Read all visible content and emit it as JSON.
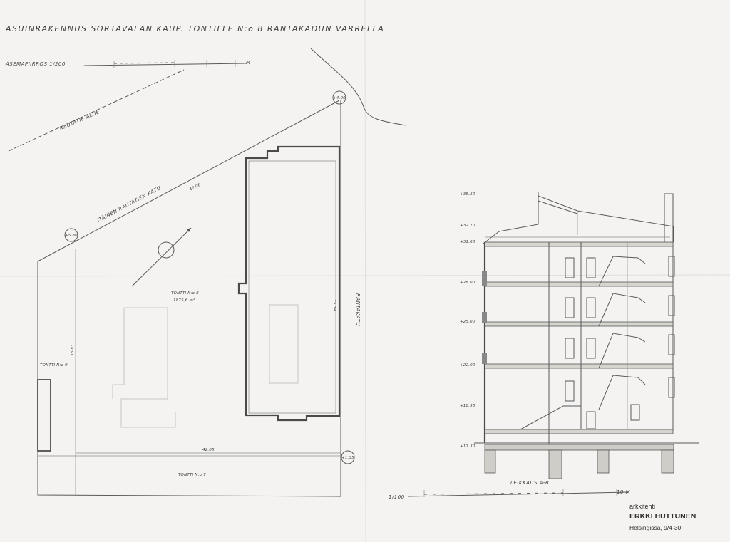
{
  "title": "ASUINRAKENNUS SORTAVALAN KAUP. TONTILLE N:o 8 RANTAKADUN VARRELLA",
  "site_plan": {
    "scale_label": "ASEMAPIIRROS 1/200",
    "scale_end": "M",
    "railway_area": "RAUTATIE ALUE",
    "street_railway": "ITÄINEN RAUTATIEN KATU",
    "street_shore": "RANTAKATU",
    "plot_label": "TONTTI N:o 8",
    "plot_area": "1875,6 m²",
    "plot_left": "TONTTI N:o 9",
    "plot_bottom": "TONTTI N:o 7",
    "dim_bottom": "42.05",
    "dim_diagonal": "47.06",
    "dim_left": "33.83",
    "dim_right": "35.34",
    "level_top": "+4.00",
    "level_left": "+5.80",
    "level_bottom": "+1.35"
  },
  "section": {
    "label": "LEIKKAUS A-B",
    "scale_label": "1/100",
    "scale_end": "10 M",
    "levels": [
      "+35.30",
      "+32.70",
      "+31.00",
      "+28.00",
      "+25.00",
      "+22.00",
      "+18.95",
      "+17.30"
    ]
  },
  "stamp": {
    "role": "arkkitehti",
    "name": "ERKKI HUTTUNEN",
    "place_date": "Helsingissä, 9/4-30"
  }
}
